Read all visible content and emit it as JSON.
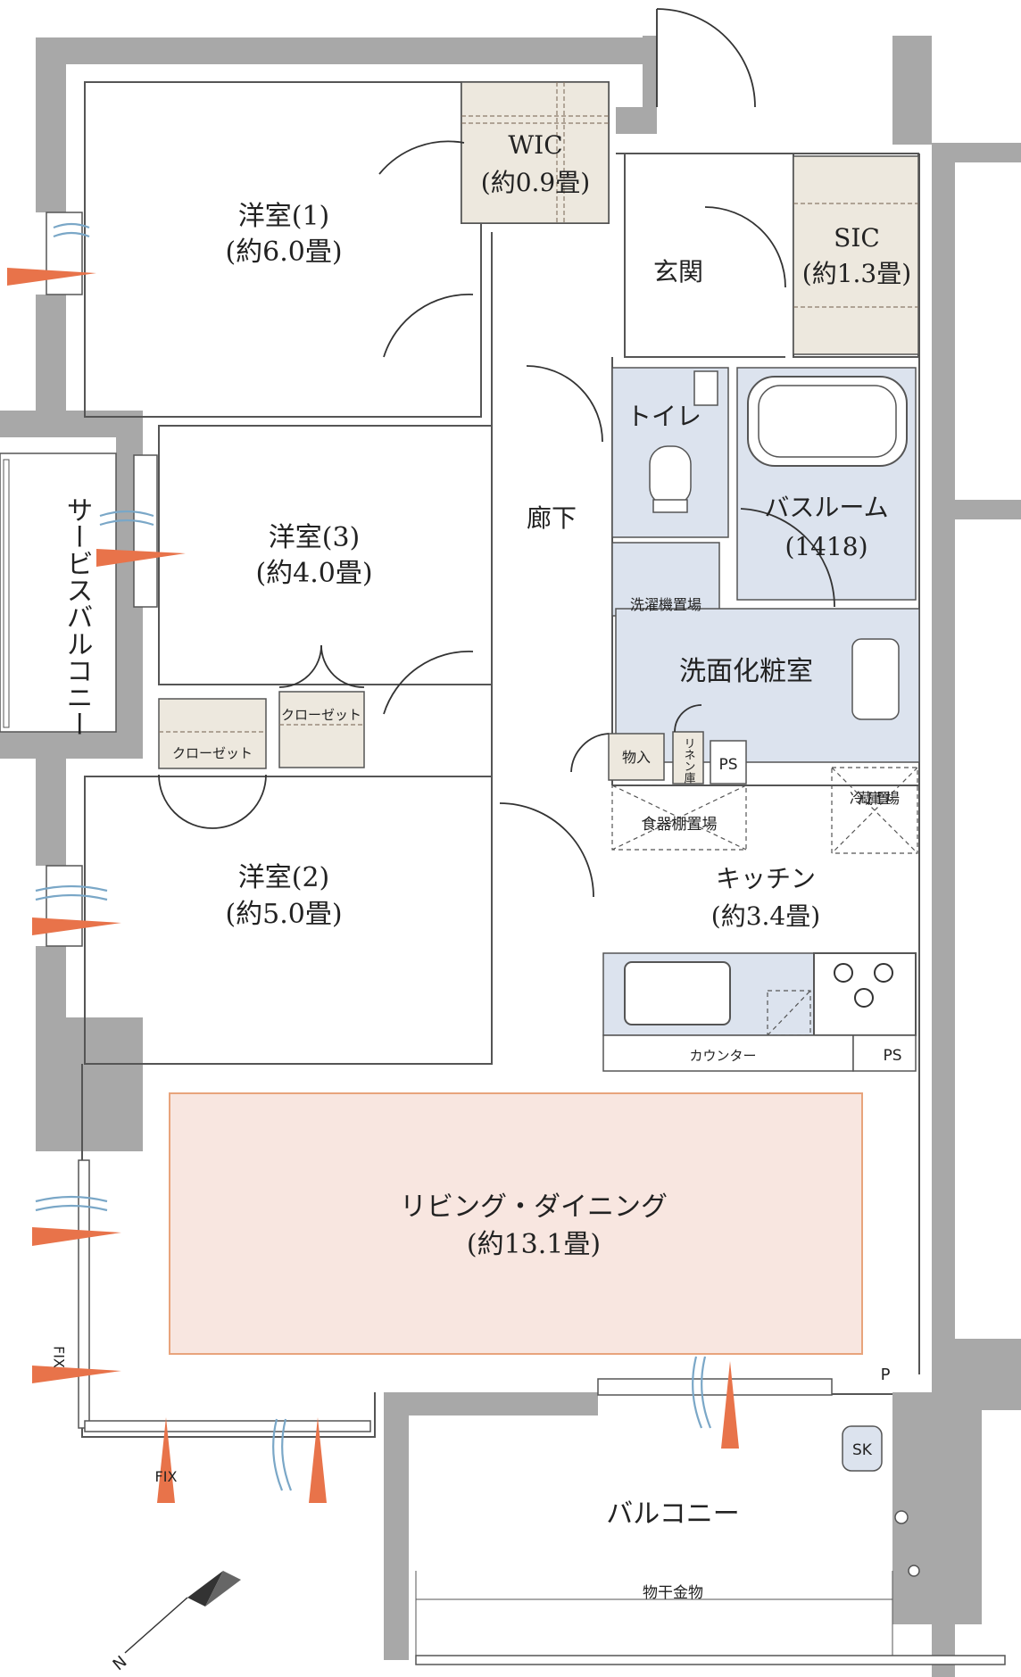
{
  "rooms": {
    "western_room_1": {
      "name": "洋室(1)",
      "area": "(約6.0畳)"
    },
    "wic": {
      "name": "WIC",
      "area": "(約0.9畳)"
    },
    "entrance": {
      "name": "玄関"
    },
    "sic": {
      "name": "SIC",
      "area": "(約1.3畳)"
    },
    "toilet": {
      "name": "トイレ"
    },
    "bathroom": {
      "name": "バスルーム",
      "size": "(1418)"
    },
    "corridor": {
      "name": "廊下"
    },
    "western_room_3": {
      "name": "洋室(3)",
      "area": "(約4.0畳)"
    },
    "service_balcony": {
      "name": "サービスバルコニー"
    },
    "washing_machine": {
      "name": "洗濯機置場"
    },
    "washroom": {
      "name": "洗面化粧室"
    },
    "closet_a": {
      "name": "クローゼット"
    },
    "closet_b": {
      "name": "クローゼット"
    },
    "storage": {
      "name": "物入"
    },
    "linen": {
      "name": "リネン庫"
    },
    "ps_1": {
      "name": "PS"
    },
    "dish_shelf": {
      "name": "食器棚置場"
    },
    "fridge": {
      "name": "冷蔵庫置場"
    },
    "western_room_2": {
      "name": "洋室(2)",
      "area": "(約5.0畳)"
    },
    "kitchen": {
      "name": "キッチン",
      "area": "(約3.4畳)"
    },
    "counter": {
      "name": "カウンター"
    },
    "ps_2": {
      "name": "PS"
    },
    "living": {
      "name": "リビング・ダイニング",
      "area": "(約13.1畳)"
    },
    "p_mark": {
      "name": "P"
    },
    "balcony": {
      "name": "バルコニー"
    },
    "sk": {
      "name": "SK"
    },
    "laundry_hanger": {
      "name": "物干金物"
    }
  },
  "fix_labels": {
    "fix_vertical": "FIX",
    "fix_horizontal": "FIX"
  },
  "compass": {
    "north": "N"
  },
  "colors": {
    "wall": "#a8a8a8",
    "storage_fill": "#ede8de",
    "wet_area_fill": "#dce3ee",
    "living_fill": "#f8e6e0",
    "living_border": "#e8a47c",
    "wind_orange": "#e8734a",
    "wind_blue": "#7aa7c7"
  }
}
